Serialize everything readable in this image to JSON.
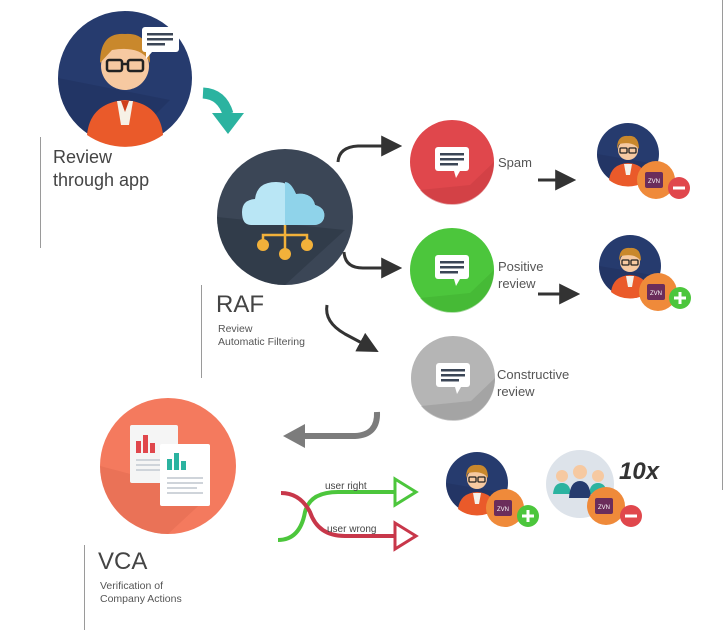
{
  "step_review": {
    "line1": "Review",
    "line2": "through app"
  },
  "step_raf": {
    "title": "RAF",
    "line1": "Review",
    "line2": "Automatic Filtering"
  },
  "step_vca": {
    "title": "VCA",
    "line1": "Verification of",
    "line2": "Company Actions"
  },
  "outcomes": {
    "spam": {
      "label": "Spam"
    },
    "positive": {
      "line1": "Positive",
      "line2": "review"
    },
    "constructive": {
      "line1": "Constructive",
      "line2": "review"
    }
  },
  "paths": {
    "right": "user right",
    "wrong": "user wrong"
  },
  "multiplier": "10x",
  "token_label": "ZVN",
  "colors": {
    "spam": "#e0474c",
    "positive": "#4cc63c",
    "constructive": "#b5b5b5",
    "raf": "#3b4656",
    "vca": "#f47a5e",
    "user_bg": "#263b6e",
    "arrow_teal": "#2bb3a0",
    "right_line": "#4cc63c",
    "wrong_line": "#c8374a"
  }
}
